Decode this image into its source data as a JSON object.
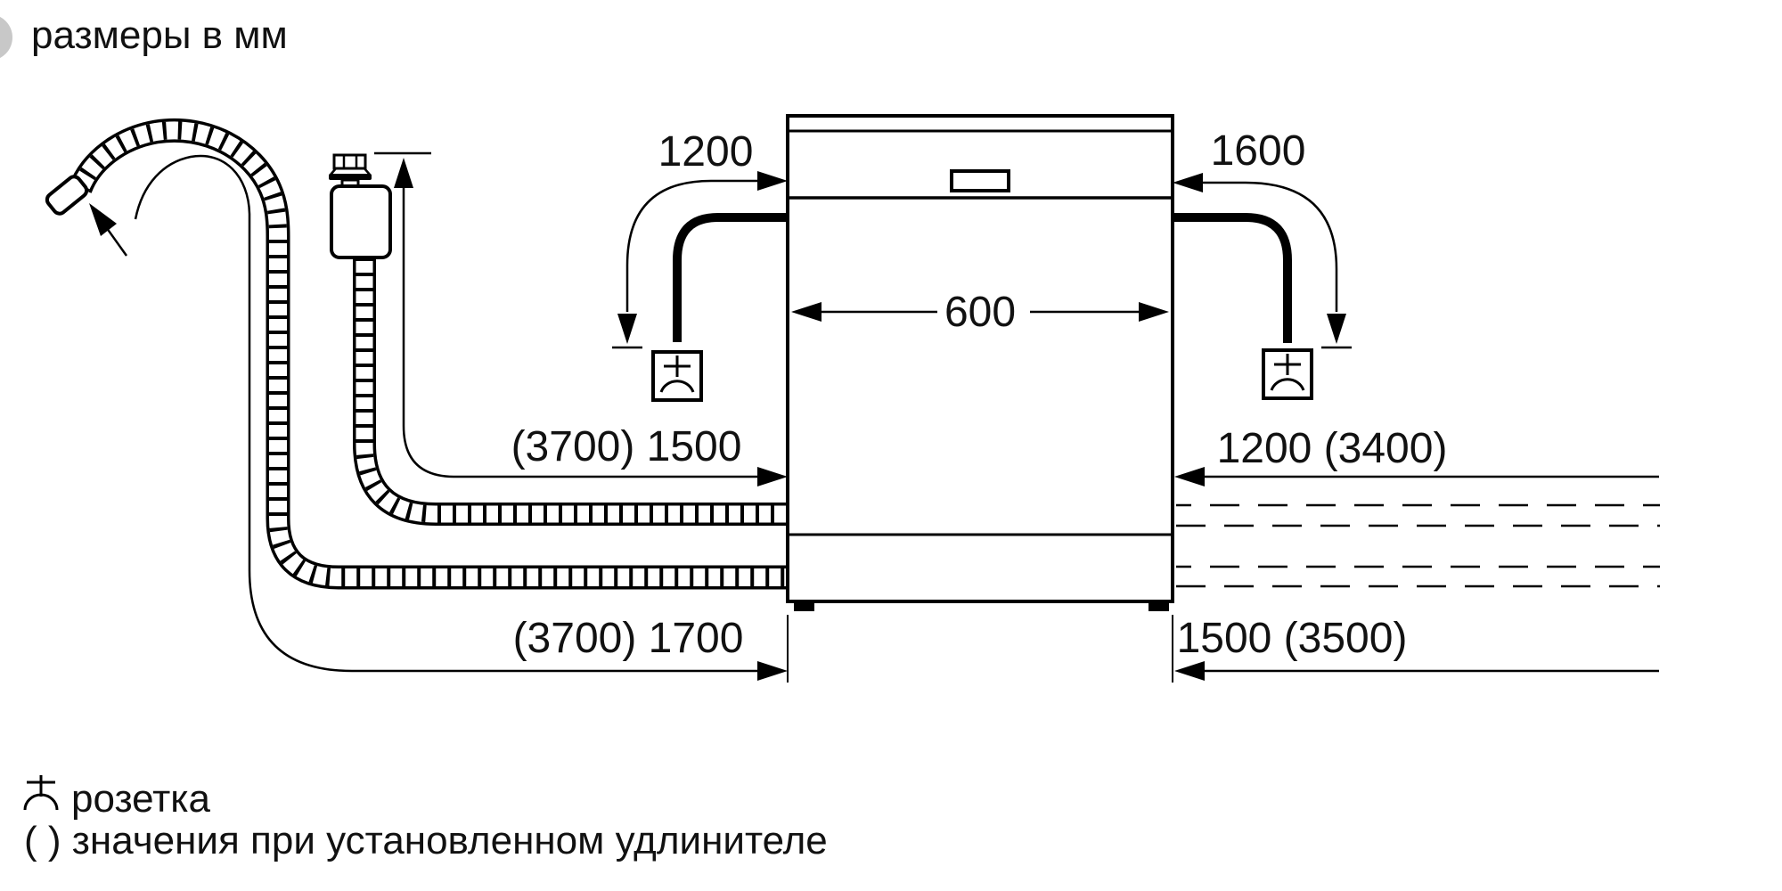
{
  "title_note": "размеры в мм",
  "colors": {
    "line": "#000000",
    "background": "#ffffff"
  },
  "dimensions": {
    "cable_left_label": "1200",
    "cable_right_label": "1600",
    "appliance_width_label": "600",
    "supply_hose_label": "(3700) 1500",
    "right_top_label": "1200 (3400)",
    "drain_hose_label": "(3700) 1700",
    "right_bottom_label": "1500 (3500)"
  },
  "legend": {
    "socket_label": "розетка",
    "parentheses_note": "( ) значения при установленном удлинителе"
  }
}
